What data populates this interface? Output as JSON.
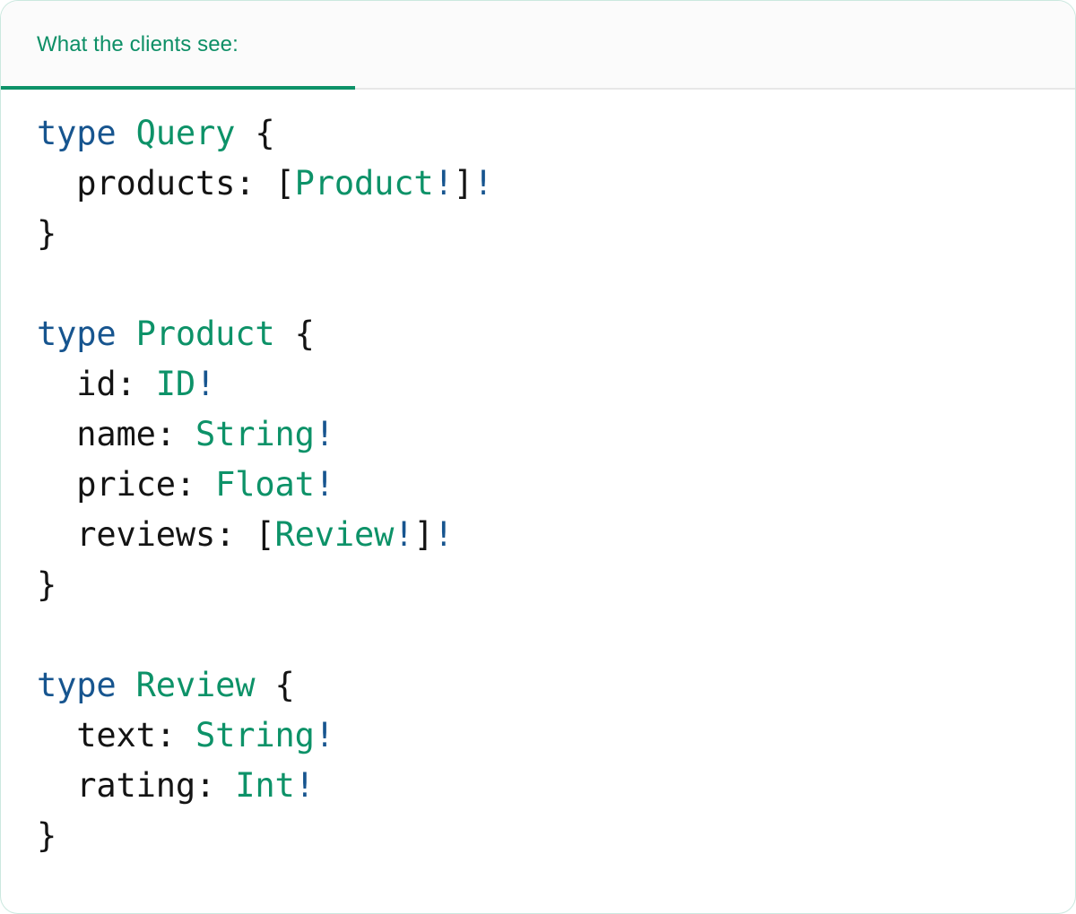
{
  "panel": {
    "title": "What the clients see:"
  },
  "tabs": [
    {
      "id": "clients",
      "label": "What the clients see:",
      "active": true
    }
  ],
  "colors": {
    "accent_green": "#0d9268",
    "header_text_green": "#0d8f66",
    "keyword_blue": "#17558f",
    "type_green": "#0d9268",
    "punctuation_black": "#141414",
    "bang_blue": "#17558f",
    "header_background": "#fbfbfb",
    "body_background": "#ffffff",
    "divider_gray": "#e7e7e7"
  },
  "code": {
    "language": "graphql",
    "raw": "type Query {\n  products: [Product!]!\n}\n\ntype Product {\n  id: ID!\n  name: String!\n  price: Float!\n  reviews: [Review!]!\n}\n\ntype Review {\n  text: String!\n  rating: Int!\n}",
    "lines": [
      {
        "n": 1,
        "tokens": [
          {
            "t": "type",
            "c": "kw"
          },
          {
            "t": " ",
            "c": "plain"
          },
          {
            "t": "Query",
            "c": "type"
          },
          {
            "t": " {",
            "c": "punc"
          }
        ]
      },
      {
        "n": 2,
        "tokens": [
          {
            "t": "  ",
            "c": "plain"
          },
          {
            "t": "products",
            "c": "field"
          },
          {
            "t": ": [",
            "c": "punc"
          },
          {
            "t": "Product",
            "c": "type"
          },
          {
            "t": "!",
            "c": "bang"
          },
          {
            "t": "]",
            "c": "punc"
          },
          {
            "t": "!",
            "c": "bang"
          }
        ]
      },
      {
        "n": 3,
        "tokens": [
          {
            "t": "}",
            "c": "punc"
          }
        ]
      },
      {
        "n": 4,
        "tokens": []
      },
      {
        "n": 5,
        "tokens": [
          {
            "t": "type",
            "c": "kw"
          },
          {
            "t": " ",
            "c": "plain"
          },
          {
            "t": "Product",
            "c": "type"
          },
          {
            "t": " {",
            "c": "punc"
          }
        ]
      },
      {
        "n": 6,
        "tokens": [
          {
            "t": "  ",
            "c": "plain"
          },
          {
            "t": "id",
            "c": "field"
          },
          {
            "t": ": ",
            "c": "punc"
          },
          {
            "t": "ID",
            "c": "type"
          },
          {
            "t": "!",
            "c": "bang"
          }
        ]
      },
      {
        "n": 7,
        "tokens": [
          {
            "t": "  ",
            "c": "plain"
          },
          {
            "t": "name",
            "c": "field"
          },
          {
            "t": ": ",
            "c": "punc"
          },
          {
            "t": "String",
            "c": "type"
          },
          {
            "t": "!",
            "c": "bang"
          }
        ]
      },
      {
        "n": 8,
        "tokens": [
          {
            "t": "  ",
            "c": "plain"
          },
          {
            "t": "price",
            "c": "field"
          },
          {
            "t": ": ",
            "c": "punc"
          },
          {
            "t": "Float",
            "c": "type"
          },
          {
            "t": "!",
            "c": "bang"
          }
        ]
      },
      {
        "n": 9,
        "tokens": [
          {
            "t": "  ",
            "c": "plain"
          },
          {
            "t": "reviews",
            "c": "field"
          },
          {
            "t": ": [",
            "c": "punc"
          },
          {
            "t": "Review",
            "c": "type"
          },
          {
            "t": "!",
            "c": "bang"
          },
          {
            "t": "]",
            "c": "punc"
          },
          {
            "t": "!",
            "c": "bang"
          }
        ]
      },
      {
        "n": 10,
        "tokens": [
          {
            "t": "}",
            "c": "punc"
          }
        ]
      },
      {
        "n": 11,
        "tokens": []
      },
      {
        "n": 12,
        "tokens": [
          {
            "t": "type",
            "c": "kw"
          },
          {
            "t": " ",
            "c": "plain"
          },
          {
            "t": "Review",
            "c": "type"
          },
          {
            "t": " {",
            "c": "punc"
          }
        ]
      },
      {
        "n": 13,
        "tokens": [
          {
            "t": "  ",
            "c": "plain"
          },
          {
            "t": "text",
            "c": "field"
          },
          {
            "t": ": ",
            "c": "punc"
          },
          {
            "t": "String",
            "c": "type"
          },
          {
            "t": "!",
            "c": "bang"
          }
        ]
      },
      {
        "n": 14,
        "tokens": [
          {
            "t": "  ",
            "c": "plain"
          },
          {
            "t": "rating",
            "c": "field"
          },
          {
            "t": ": ",
            "c": "punc"
          },
          {
            "t": "Int",
            "c": "type"
          },
          {
            "t": "!",
            "c": "bang"
          }
        ]
      },
      {
        "n": 15,
        "tokens": [
          {
            "t": "}",
            "c": "punc"
          }
        ]
      }
    ]
  }
}
